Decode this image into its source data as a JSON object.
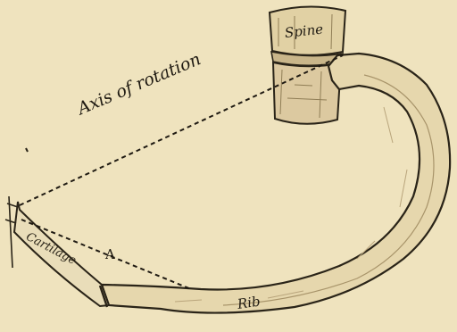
{
  "figure": {
    "labels": {
      "axis": "Axis of rotation",
      "spine": "Spine",
      "cartilage": "Cartilage",
      "angle": "A",
      "rib": "Rib"
    },
    "colors": {
      "background": "#efe3be",
      "ink": "#1f1a12",
      "bone": "#e6d7ad",
      "bone_shade": "#b9a57c"
    }
  }
}
